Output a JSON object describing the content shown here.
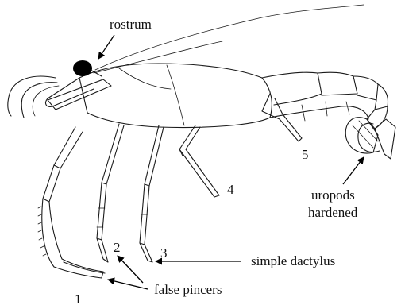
{
  "labels": {
    "rostrum": "rostrum",
    "uropods_line1": "uropods",
    "uropods_line2": "hardened",
    "leg4": "4",
    "leg5": "5",
    "leg2": "2",
    "leg3": "3",
    "leg1": "1",
    "simple_dactylus": "simple dactylus",
    "false_pincers": "false pincers"
  },
  "colors": {
    "ink": "#1a1a1a",
    "eye": "#000000",
    "background": "#ffffff"
  }
}
